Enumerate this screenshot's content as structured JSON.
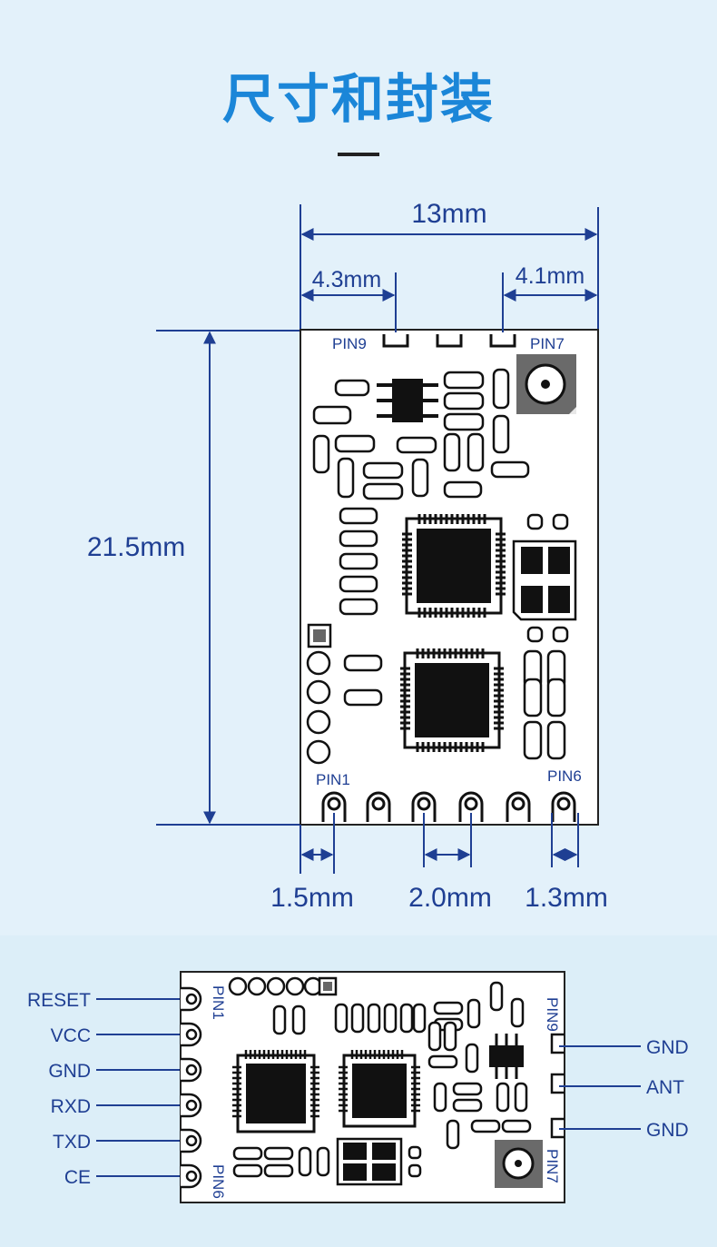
{
  "title": "尺寸和封装",
  "dimensions": {
    "width": "13mm",
    "left_offset": "4.3mm",
    "right_offset": "4.1mm",
    "height": "21.5mm",
    "pin_left": "1.5mm",
    "pin_pitch": "2.0mm",
    "pin_right": "1.3mm"
  },
  "top_view_labels": {
    "pin9": "PIN9",
    "pin7": "PIN7",
    "pin1": "PIN1",
    "pin6": "PIN6"
  },
  "side_view": {
    "left_pins": [
      "RESET",
      "VCC",
      "GND",
      "RXD",
      "TXD",
      "CE"
    ],
    "right_pins": [
      "GND",
      "ANT",
      "GND"
    ],
    "pin1": "PIN1",
    "pin6": "PIN6",
    "pin9": "PIN9",
    "pin7": "PIN7"
  },
  "colors": {
    "accent": "#1b86d8",
    "dimension": "#1f3f93",
    "board": "#ffffff",
    "background": "#e3f1fa"
  }
}
